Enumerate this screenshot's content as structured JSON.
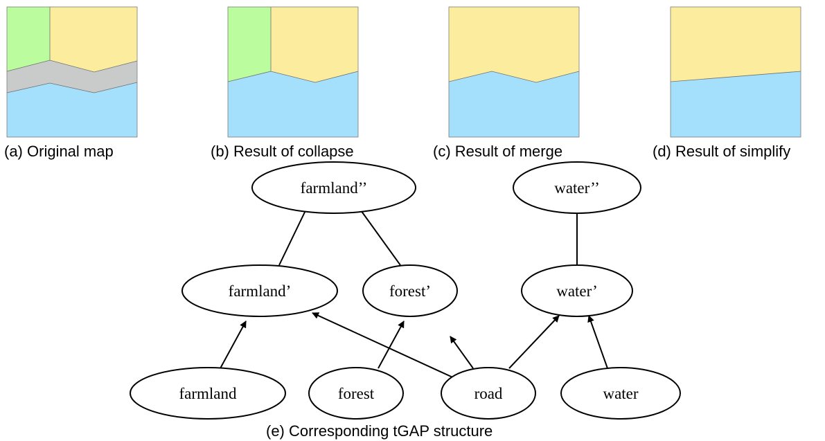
{
  "colors": {
    "forest": "#bbfc9f",
    "farmland": "#fcec9e",
    "road": "#c9cbcb",
    "water": "#a4dffb"
  },
  "maps": [
    {
      "id": "a",
      "caption": "(a) Original map"
    },
    {
      "id": "b",
      "caption": "(b) Result of collapse"
    },
    {
      "id": "c",
      "caption": "(c) Result of merge"
    },
    {
      "id": "d",
      "caption": "(d) Result of simplify"
    }
  ],
  "graph": {
    "caption": "(e) Corresponding tGAP structure",
    "nodes": [
      {
        "id": "farmland2",
        "label": "farmland’’"
      },
      {
        "id": "water2",
        "label": "water’’"
      },
      {
        "id": "farmland1",
        "label": "farmland’"
      },
      {
        "id": "forest1",
        "label": "forest’"
      },
      {
        "id": "water1",
        "label": "water’"
      },
      {
        "id": "farmland",
        "label": "farmland"
      },
      {
        "id": "forest",
        "label": "forest"
      },
      {
        "id": "road",
        "label": "road"
      },
      {
        "id": "water",
        "label": "water"
      }
    ],
    "edges": [
      {
        "from": "farmland1",
        "to": "farmland2"
      },
      {
        "from": "forest1",
        "to": "farmland2"
      },
      {
        "from": "water1",
        "to": "water2"
      },
      {
        "from": "farmland",
        "to": "farmland1"
      },
      {
        "from": "road",
        "to": "farmland1"
      },
      {
        "from": "forest",
        "to": "forest1"
      },
      {
        "from": "road",
        "to": "forest1"
      },
      {
        "from": "road",
        "to": "water1"
      },
      {
        "from": "water",
        "to": "water1"
      }
    ]
  }
}
